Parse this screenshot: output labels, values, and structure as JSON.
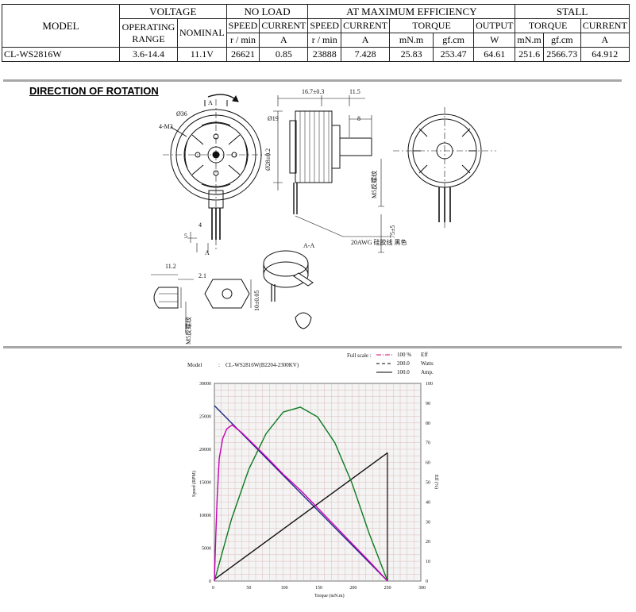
{
  "spec_table": {
    "groups": {
      "model": "MODEL",
      "voltage": "VOLTAGE",
      "no_load": "NO LOAD",
      "max_eff": "AT MAXIMUM EFFICIENCY",
      "stall": "STALL"
    },
    "subheaders": {
      "operating_range": "OPERATING RANGE",
      "nominal": "NOMINAL",
      "speed_nl": "SPEED",
      "current_nl": "CURRENT",
      "speed_me": "SPEED",
      "current_me": "CURRENT",
      "torque_me": "TORQUE",
      "output_me": "OUTPUT",
      "torque_st": "TORQUE",
      "current_st": "CURRENT"
    },
    "units": {
      "speed_nl": "r / min",
      "current_nl": "A",
      "speed_me": "r / min",
      "current_me": "A",
      "torque_mnm": "mN.m",
      "torque_gfcm": "gf.cm",
      "output": "W",
      "stall_mnm": "mN.m",
      "stall_gfcm": "gf.cm",
      "stall_current": "A"
    },
    "row": {
      "model": "CL-WS2816W",
      "operating_range": "3.6-14.4",
      "nominal": "11.1V",
      "nl_speed": "26621",
      "nl_current": "0.85",
      "me_speed": "23888",
      "me_current": "7.428",
      "me_torque_mnm": "25.83",
      "me_torque_gfcm": "253.47",
      "me_output": "64.61",
      "st_torque_mnm": "251.6",
      "st_torque_gfcm": "2566.73",
      "st_current": "64.912"
    }
  },
  "direction": {
    "title": "DIRECTION OF ROTATION",
    "labels": {
      "d36": "Ø36",
      "m3": "4-M3",
      "d19": "Ø19",
      "a1": "A",
      "a2": "A",
      "a3": "A",
      "aa": "A-A",
      "dim_top1": "16.7±0.3",
      "dim_top2": "11.5",
      "dim_8": "8",
      "dim_d28": "Ø28±0.2",
      "dim_m5": "M5反螺纹",
      "dim_75": "75±5",
      "dim_wire": "20AWG 硅胶线 黑色",
      "dim_5": "5",
      "dim_4": "4",
      "nut_w": "11.2",
      "nut_21": "2.1",
      "nut_m5": "M5反螺纹",
      "nut_h": "10±0.05"
    }
  },
  "chart_data": {
    "type": "line",
    "model_label": "Model",
    "model_sep": ":",
    "model_name": "CL-WS2816W(B2204-2300KV)",
    "full_scale_label": "Full scale :",
    "legend": [
      {
        "scale": "100",
        "unit": "%",
        "name": "Eff",
        "style": "dash-dot",
        "color": "#d4006e"
      },
      {
        "scale": "200.0",
        "unit": "",
        "name": "Watts",
        "style": "dashed",
        "color": "#000000"
      },
      {
        "scale": "100.0",
        "unit": "",
        "name": "Amp.",
        "style": "solid",
        "color": "#000000"
      }
    ],
    "xlabel": "Torque (mN.m)",
    "ylabel_left": "Speed (RPM)",
    "ylabel_right": "Eff (%)",
    "xlim": [
      0,
      300
    ],
    "ylim_left": [
      0,
      30000
    ],
    "ylim_right": [
      0,
      100
    ],
    "x_ticks": [
      "0",
      "50",
      "100",
      "150",
      "200",
      "250",
      "300"
    ],
    "y_left_ticks": [
      "0",
      "5000",
      "10000",
      "15000",
      "20000",
      "25000",
      "30000"
    ],
    "y_right_ticks": [
      "0",
      "10",
      "20",
      "30",
      "40",
      "50",
      "60",
      "70",
      "80",
      "90",
      "100"
    ],
    "series": [
      {
        "key": "speed",
        "color": "#1f2a8a",
        "points": [
          [
            0,
            26621
          ],
          [
            251.6,
            0
          ]
        ]
      },
      {
        "key": "current",
        "color": "#111111",
        "points": [
          [
            0,
            0.85
          ],
          [
            251.6,
            64.912
          ]
        ]
      },
      {
        "key": "power",
        "color": "#0b7a1f",
        "points": [
          [
            0,
            0
          ],
          [
            25,
            63
          ],
          [
            50,
            113
          ],
          [
            75,
            149
          ],
          [
            100,
            171
          ],
          [
            125,
            176
          ],
          [
            150,
            166
          ],
          [
            175,
            140
          ],
          [
            200,
            99
          ],
          [
            225,
            48
          ],
          [
            251.6,
            0
          ]
        ]
      },
      {
        "key": "efficiency",
        "color": "#c800b4",
        "points": [
          [
            0,
            0
          ],
          [
            2,
            22
          ],
          [
            4,
            42
          ],
          [
            7,
            62
          ],
          [
            12,
            72
          ],
          [
            18,
            77
          ],
          [
            25.83,
            79
          ],
          [
            40,
            75
          ],
          [
            75,
            63
          ],
          [
            100,
            54
          ],
          [
            125,
            46
          ],
          [
            150,
            37
          ],
          [
            175,
            28
          ],
          [
            200,
            19
          ],
          [
            225,
            10
          ],
          [
            251.6,
            0
          ]
        ]
      }
    ]
  }
}
